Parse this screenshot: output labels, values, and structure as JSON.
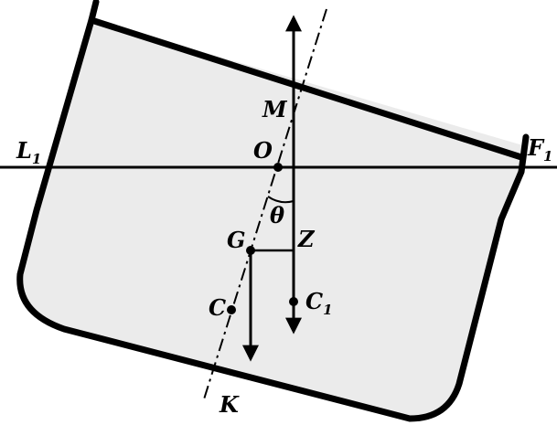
{
  "labels": {
    "M": "M",
    "O": "O",
    "theta": "θ",
    "G": "G",
    "Z": "Z",
    "C": "C",
    "C1_main": "C",
    "C1_sub": "1",
    "K": "K",
    "L1_main": "L",
    "L1_sub": "1",
    "F1_main": "F",
    "F1_sub": "1"
  },
  "colors": {
    "hull_fill": "#ebebeb",
    "stroke": "#000000"
  }
}
